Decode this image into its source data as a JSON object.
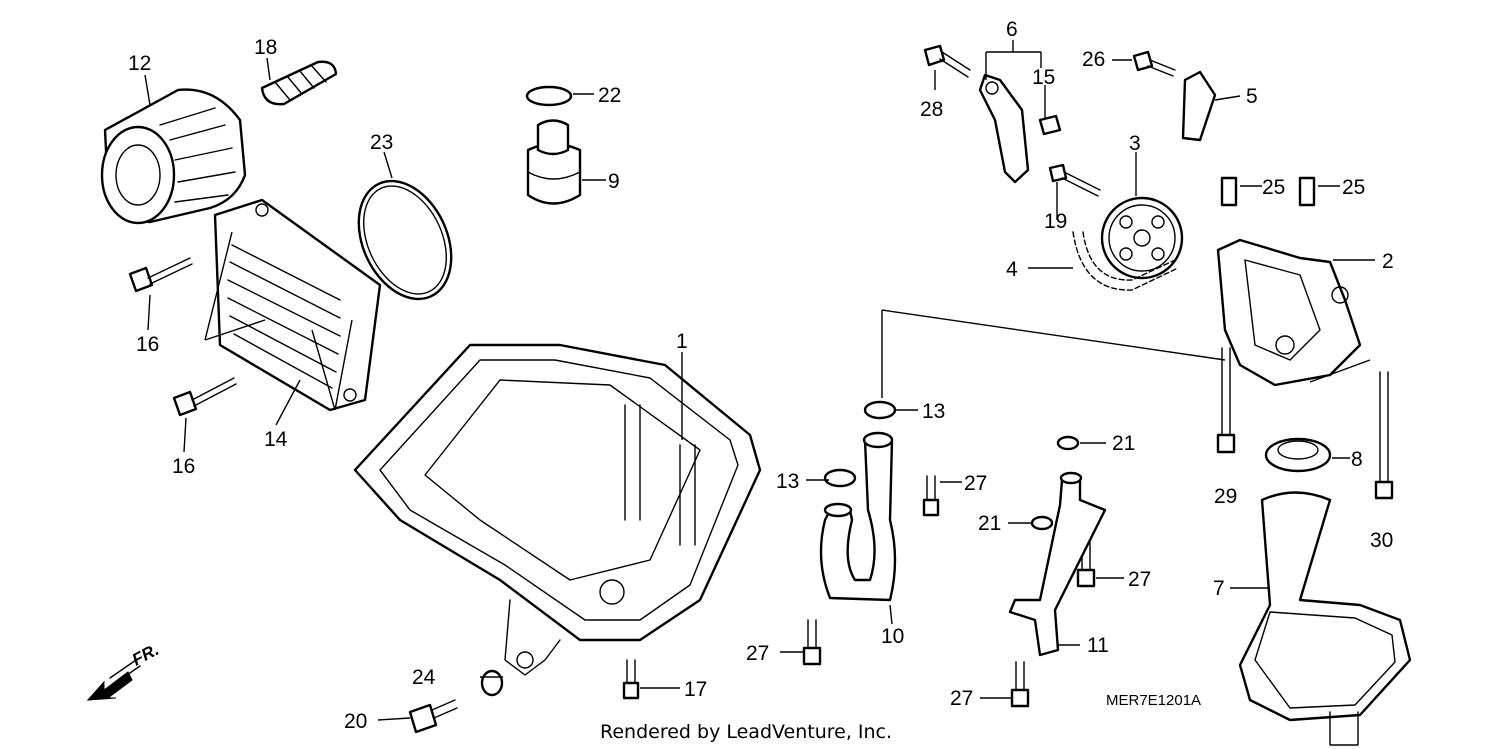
{
  "diagram": {
    "callouts": {
      "c1": "1",
      "c2": "2",
      "c3": "3",
      "c4": "4",
      "c5": "5",
      "c6": "6",
      "c7": "7",
      "c8": "8",
      "c9": "9",
      "c10": "10",
      "c11": "11",
      "c12": "12",
      "c13a": "13",
      "c13b": "13",
      "c14": "14",
      "c15": "15",
      "c16a": "16",
      "c16b": "16",
      "c17": "17",
      "c18": "18",
      "c19": "19",
      "c20": "20",
      "c21a": "21",
      "c21b": "21",
      "c22": "22",
      "c23": "23",
      "c24": "24",
      "c25a": "25",
      "c25b": "25",
      "c26": "26",
      "c27a": "27",
      "c27b": "27",
      "c27c": "27",
      "c27d": "27",
      "c28": "28",
      "c29": "29",
      "c30": "30"
    },
    "direction_label": "FR.",
    "diagram_code": "MER7E1201A",
    "footer": "Rendered by LeadVenture, Inc."
  },
  "colors": {
    "line": "#000000",
    "background": "#ffffff"
  },
  "icons": {
    "direction": "front-arrow-icon"
  }
}
